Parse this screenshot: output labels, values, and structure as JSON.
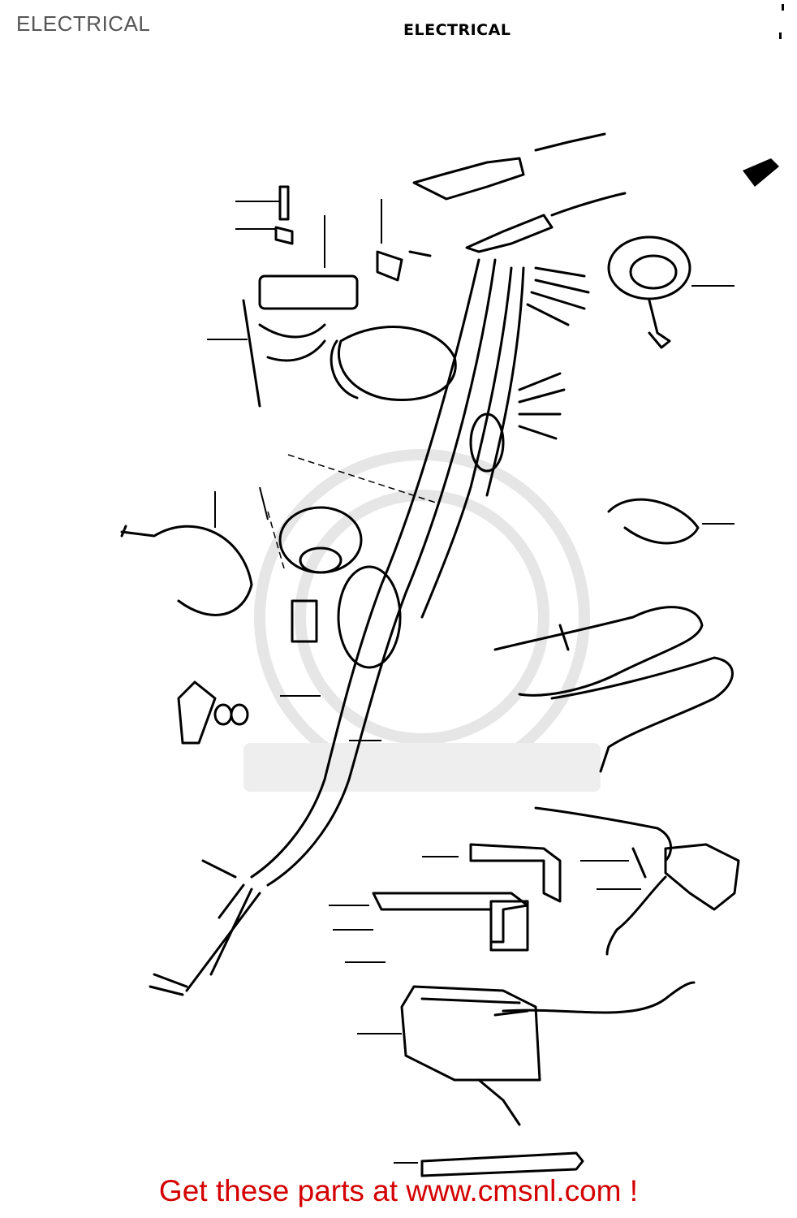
{
  "page": {
    "label": "ELECTRICAL"
  },
  "diagram": {
    "title": "ELECTRICAL"
  },
  "footer": {
    "banner": "Get these parts at www.cmsnl.com !"
  },
  "colors": {
    "banner": "#d40000",
    "ink": "#000000",
    "label": "#555555"
  }
}
